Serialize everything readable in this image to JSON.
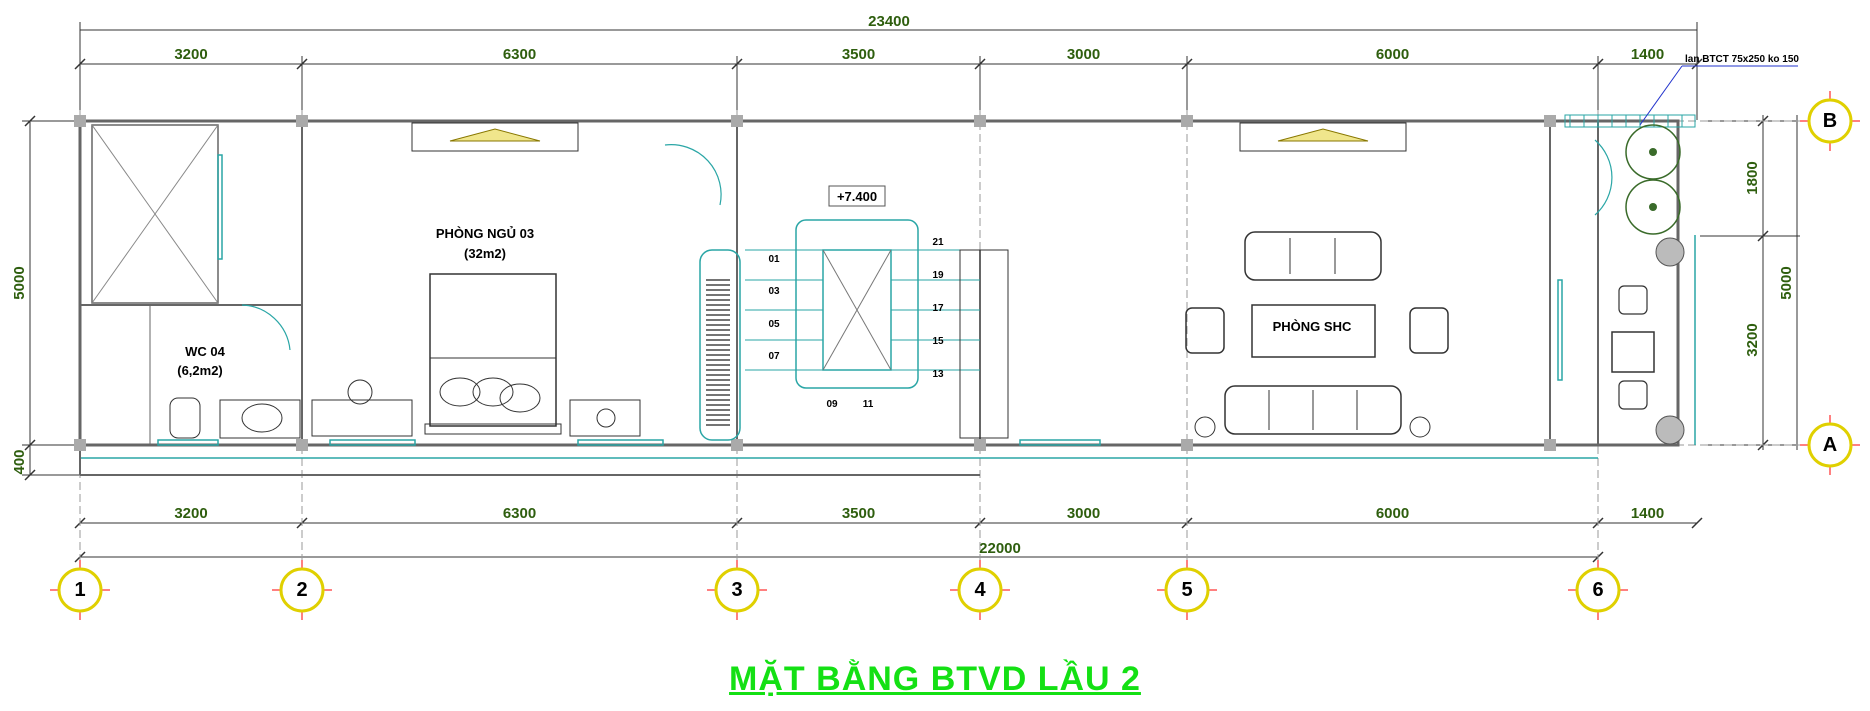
{
  "title": "MẶT BẰNG BTVD LẦU 2",
  "colors": {
    "dimension": "#2e5e0e",
    "wall": "#666666",
    "fixture": "#2aa6a6",
    "grid_bubble": "#e0d000",
    "grid_cross": "#ff0000",
    "title": "#14e014",
    "annotation": "#2233cc"
  },
  "dimensions": {
    "total_top": "23400",
    "total_bottom": "22000",
    "top_spans": [
      "3200",
      "6300",
      "3500",
      "3000",
      "6000",
      "1400"
    ],
    "bottom_spans": [
      "3200",
      "6300",
      "3500",
      "3000",
      "6000",
      "1400"
    ],
    "left": {
      "total": "5000",
      "offset": "400"
    },
    "right": {
      "total": "5000",
      "upper": "1800",
      "lower": "3200"
    }
  },
  "grid_axes": {
    "columns": [
      "1",
      "2",
      "3",
      "4",
      "5",
      "6"
    ],
    "rows": [
      "B",
      "A"
    ]
  },
  "rooms": {
    "bedroom": {
      "name": "PHÒNG NGỦ 03",
      "area": "(32m2)"
    },
    "wc": {
      "name": "WC 04",
      "area": "(6,2m2)"
    },
    "living": {
      "name": "PHÒNG SHC"
    }
  },
  "stair": {
    "level": "+7.400",
    "steps_left": [
      "01",
      "03",
      "05",
      "07"
    ],
    "steps_right": [
      "21",
      "19",
      "17",
      "15",
      "13"
    ],
    "steps_bottom": [
      "09",
      "11"
    ]
  },
  "annotation": "lan BTCT 75x250 ko 150"
}
